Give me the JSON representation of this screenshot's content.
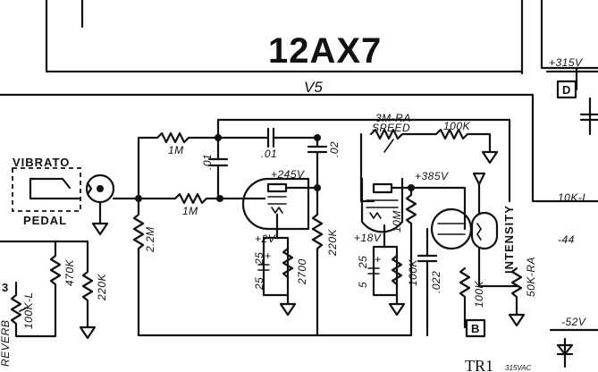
{
  "tube": {
    "type": "12AX7",
    "designator": "V5"
  },
  "controls": {
    "vibrato_pedal": [
      "VIBRATO",
      "PEDAL"
    ],
    "speed": {
      "value": "3M-RA",
      "name": "SPEED"
    },
    "intensity": {
      "name": "INTENSITY",
      "value": "50K-RA"
    },
    "reverb_pot": "100K-L",
    "reverb_pot_partial": "REVERB"
  },
  "resistors": {
    "r_1m_top": "1M",
    "r_1m_input": "1M",
    "r_2_2m": "2.2M",
    "r_470k": "470K",
    "r_220k_left": "220K",
    "r_220k_plate": "220K",
    "r_2700": "2700",
    "r_100k_cathode": "100K",
    "r_10m": "10M",
    "r_100k_plate": "100K",
    "r_100k_speed": "100K",
    "r_10k_l": "10K-L"
  },
  "capacitors": {
    "c_01_shunt": ".01",
    "c_01_series": ".01",
    "c_02": ".02",
    "c_25_a": "25",
    "c_25_a_v": "25",
    "c_25_b": "25",
    "c_25_b_v": "5",
    "c_022": ".022"
  },
  "voltages": {
    "plate1": "+245V",
    "plate2": "+385V",
    "cathode1": "+2V",
    "cathode2": "+18V",
    "supply_top": "+315V",
    "supply_mid": "-44",
    "supply_bot": "-52V"
  },
  "tags": {
    "d": "D",
    "b": "B",
    "left": "3"
  },
  "transformer": {
    "name": "TR1",
    "rating": "315VAC"
  }
}
